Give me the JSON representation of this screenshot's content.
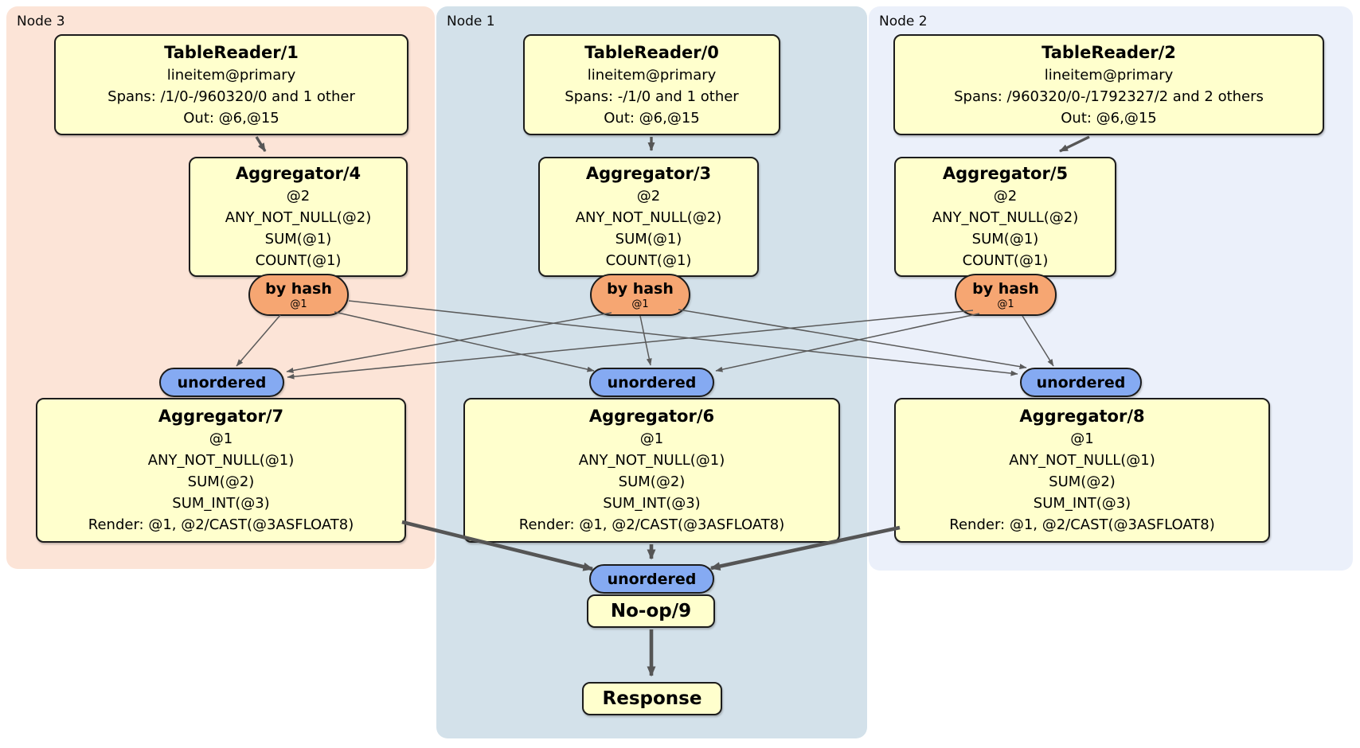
{
  "diagram_type": "distsql-query-plan",
  "colors": {
    "node3_region_bg": "#fce4d7",
    "node1_region_bg": "#d3e1ea",
    "node2_region_bg": "#ebf0fa",
    "processor_fill": "#ffffcd",
    "router_fill": "#f6a672",
    "stream_fill": "#85aaf2",
    "edge_color": "#565656",
    "border_color": "#1c1c1c"
  },
  "regions": {
    "node3": {
      "label": "Node 3"
    },
    "node1": {
      "label": "Node 1"
    },
    "node2": {
      "label": "Node 2"
    }
  },
  "processors": {
    "tr1": {
      "title": "TableReader/1",
      "lines": [
        "lineitem@primary",
        "Spans: /1/0-/960320/0 and 1 other",
        "Out: @6,@15"
      ]
    },
    "tr0": {
      "title": "TableReader/0",
      "lines": [
        "lineitem@primary",
        "Spans: -/1/0 and 1 other",
        "Out: @6,@15"
      ]
    },
    "tr2": {
      "title": "TableReader/2",
      "lines": [
        "lineitem@primary",
        "Spans: /960320/0-/1792327/2 and 2 others",
        "Out: @6,@15"
      ]
    },
    "agg4": {
      "title": "Aggregator/4",
      "lines": [
        "@2",
        "ANY_NOT_NULL(@2)",
        "SUM(@1)",
        "COUNT(@1)"
      ]
    },
    "agg3": {
      "title": "Aggregator/3",
      "lines": [
        "@2",
        "ANY_NOT_NULL(@2)",
        "SUM(@1)",
        "COUNT(@1)"
      ]
    },
    "agg5": {
      "title": "Aggregator/5",
      "lines": [
        "@2",
        "ANY_NOT_NULL(@2)",
        "SUM(@1)",
        "COUNT(@1)"
      ]
    },
    "agg7": {
      "title": "Aggregator/7",
      "lines": [
        "@1",
        "ANY_NOT_NULL(@1)",
        "SUM(@2)",
        "SUM_INT(@3)",
        "Render: @1, @2/CAST(@3ASFLOAT8)"
      ]
    },
    "agg6": {
      "title": "Aggregator/6",
      "lines": [
        "@1",
        "ANY_NOT_NULL(@1)",
        "SUM(@2)",
        "SUM_INT(@3)",
        "Render: @1, @2/CAST(@3ASFLOAT8)"
      ]
    },
    "agg8": {
      "title": "Aggregator/8",
      "lines": [
        "@1",
        "ANY_NOT_NULL(@1)",
        "SUM(@2)",
        "SUM_INT(@3)",
        "Render: @1, @2/CAST(@3ASFLOAT8)"
      ]
    },
    "noop": {
      "title": "No-op/9"
    },
    "response": {
      "title": "Response"
    }
  },
  "router": {
    "label": "by hash",
    "detail": "@1"
  },
  "stream": {
    "label": "unordered"
  }
}
